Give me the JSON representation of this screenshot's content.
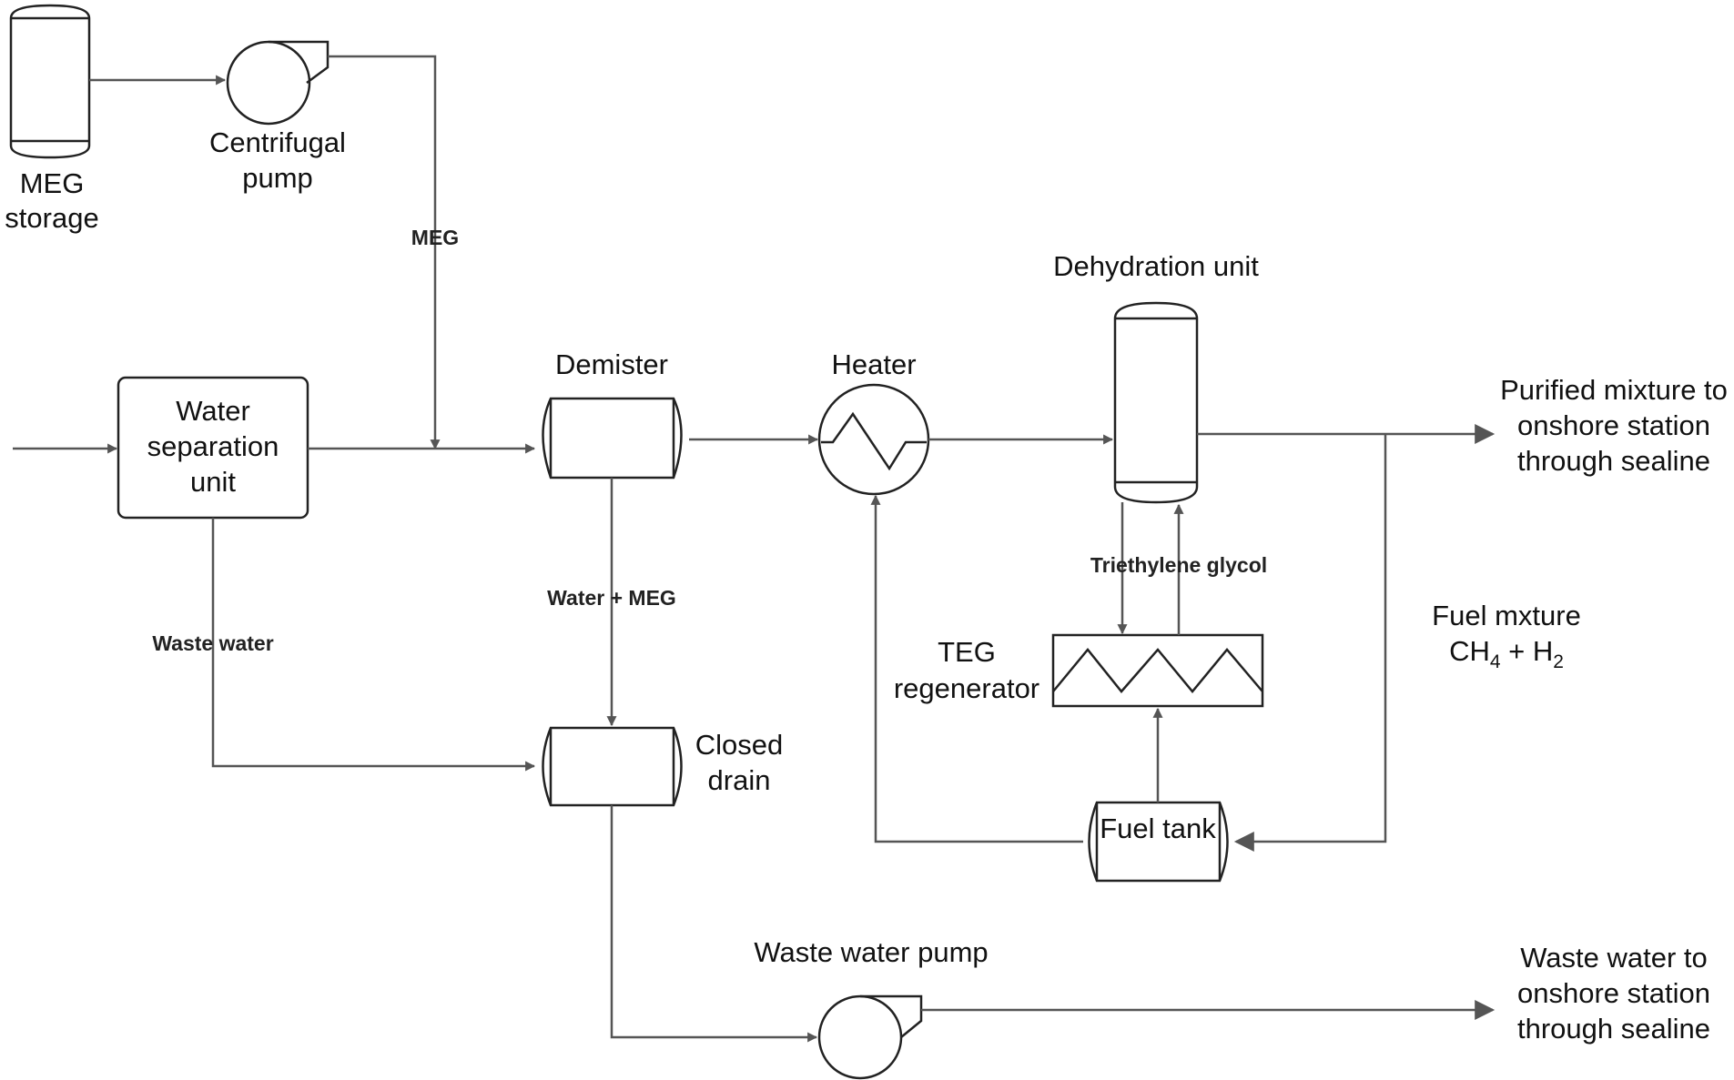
{
  "labels": {
    "meg_storage_1": "MEG",
    "meg_storage_2": "storage",
    "centrifugal_pump_1": "Centrifugal",
    "centrifugal_pump_2": "pump",
    "water_sep_1": "Water",
    "water_sep_2": "separation",
    "water_sep_3": "unit",
    "demister": "Demister",
    "heater": "Heater",
    "dehydration_unit": "Dehydration unit",
    "purified_1": "Purified mixture to",
    "purified_2": "onshore station",
    "purified_3": "through sealine",
    "teg_regen_1": "TEG",
    "teg_regen_2": "regenerator",
    "fuel_mixture_1": "Fuel mxture",
    "fuel_mix_ch": "CH",
    "fuel_mix_ch_sub": "4",
    "fuel_mix_plus": " + H",
    "fuel_mix_h_sub": "2",
    "closed_drain_1": "Closed",
    "closed_drain_2": "drain",
    "fuel_tank": "Fuel tank",
    "waste_water_pump": "Waste water pump",
    "waste_out_1": "Waste water to",
    "waste_out_2": "onshore station",
    "waste_out_3": "through sealine"
  },
  "stream_labels": {
    "meg": "MEG",
    "waste_water": "Waste water",
    "water_meg": "Water + MEG",
    "triethylene_glycol": "Triethylene glycol"
  }
}
